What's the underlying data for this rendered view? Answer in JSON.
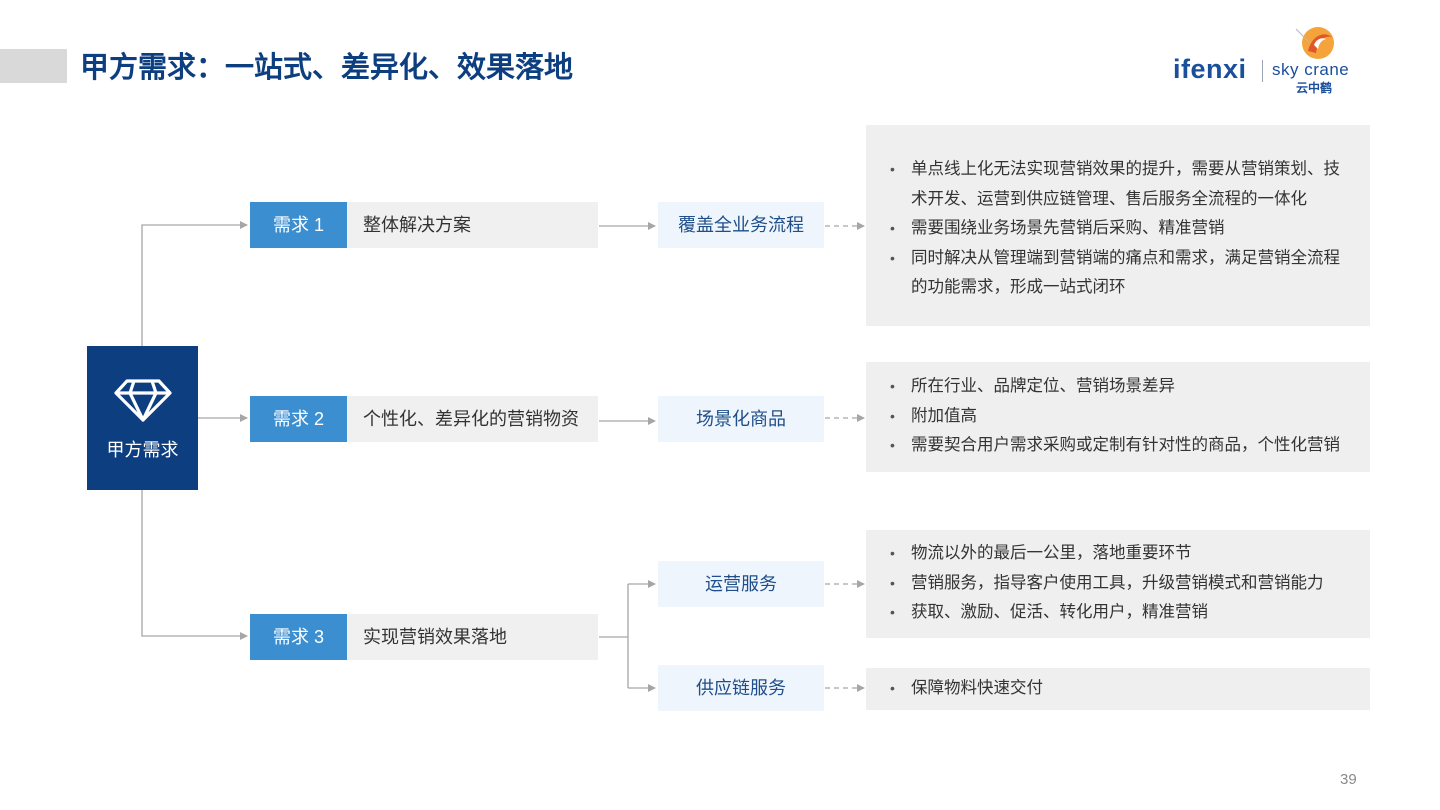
{
  "header": {
    "title": "甲方需求：一站式、差异化、效果落地"
  },
  "logos": {
    "ifenxi": "ifenxi",
    "skycrane": "sky crane",
    "skycrane_cn": "云中鹤",
    "emblem_icon": "skycrane-emblem-icon"
  },
  "root": {
    "icon": "diamond-icon",
    "label": "甲方需求"
  },
  "requirements": [
    {
      "tag": "需求 1",
      "desc": "整体解决方案",
      "targets": [
        {
          "label": "覆盖全业务流程",
          "bullets": [
            "单点线上化无法实现营销效果的提升，需要从营销策划、技术开发、运营到供应链管理、售后服务全流程的一体化",
            "需要围绕业务场景先营销后采购、精准营销",
            "同时解决从管理端到营销端的痛点和需求，满足营销全流程的功能需求，形成一站式闭环"
          ]
        }
      ]
    },
    {
      "tag": "需求 2",
      "desc": "个性化、差异化的营销物资",
      "targets": [
        {
          "label": "场景化商品",
          "bullets": [
            "所在行业、品牌定位、营销场景差异",
            "附加值高",
            "需要契合用户需求采购或定制有针对性的商品，个性化营销"
          ]
        }
      ]
    },
    {
      "tag": "需求 3",
      "desc": "实现营销效果落地",
      "targets": [
        {
          "label": "运营服务",
          "bullets": [
            "物流以外的最后一公里，落地重要环节",
            "营销服务，指导客户使用工具，升级营销模式和营销能力",
            "获取、激励、促活、转化用户，精准营销"
          ]
        },
        {
          "label": "供应链服务",
          "bullets": [
            "保障物料快速交付"
          ]
        }
      ]
    }
  ],
  "footer": {
    "page_number": "39"
  },
  "colors": {
    "title": "#0d3f80",
    "root_fill": "#0d3f80",
    "tag_fill": "#3b8ed0",
    "desc_fill": "#f0f0f0",
    "target_fill": "#eef5fc",
    "target_text": "#1f4e8a",
    "detail_fill": "#efefef",
    "connector": "#a6a6a6"
  }
}
